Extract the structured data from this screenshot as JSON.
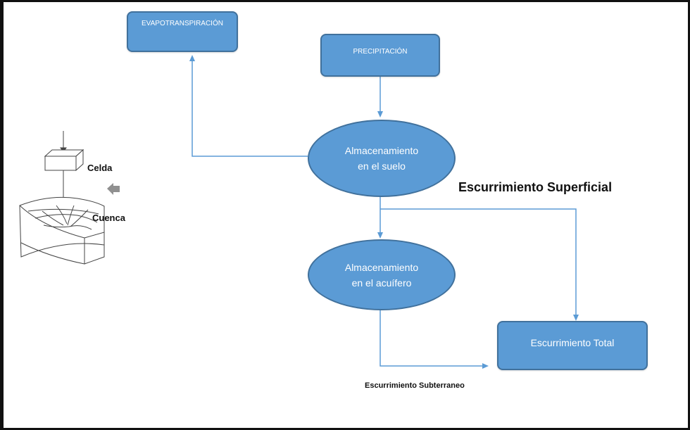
{
  "nodes": {
    "evapotranspiration": "EVAPOTRANSPIRACIÓN",
    "precipitation": "PRECIPITACIÓN",
    "soil_storage": [
      "Almacenamiento",
      "en el suelo"
    ],
    "aquifer_storage": [
      "Almacenamiento",
      "en el acuífero"
    ],
    "total_runoff": "Escurrimiento Total"
  },
  "labels": {
    "surface_runoff": "Escurrimiento Superficial",
    "subsurface_runoff": "Escurrimiento Subterraneo",
    "cell": "Celda",
    "basin": "Cuenca"
  },
  "colors": {
    "node_fill": "#5b9bd5",
    "node_border": "#41719c",
    "connector": "#5b9bd5",
    "pointer_arrow": "#909090"
  }
}
